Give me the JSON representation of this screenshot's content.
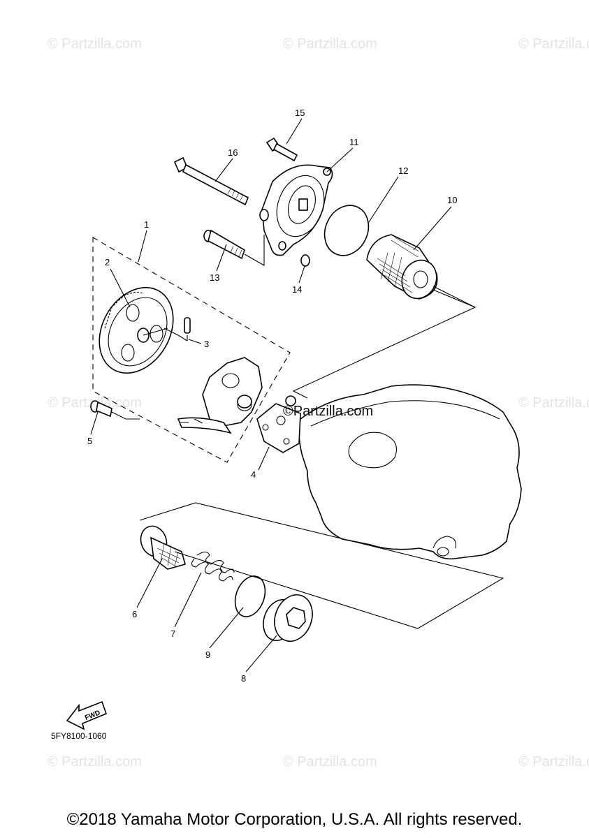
{
  "diagram": {
    "code": "5FY8100-1060",
    "copyright": "©2018 Yamaha Motor Corporation, U.S.A. All rights reserved.",
    "center_watermark": "©Partzilla.com",
    "watermark": "© Partzilla.com",
    "fwd_label": "FWD",
    "callouts": [
      "1",
      "2",
      "3",
      "4",
      "5",
      "6",
      "7",
      "8",
      "9",
      "10",
      "11",
      "12",
      "13",
      "14",
      "15",
      "16"
    ]
  }
}
